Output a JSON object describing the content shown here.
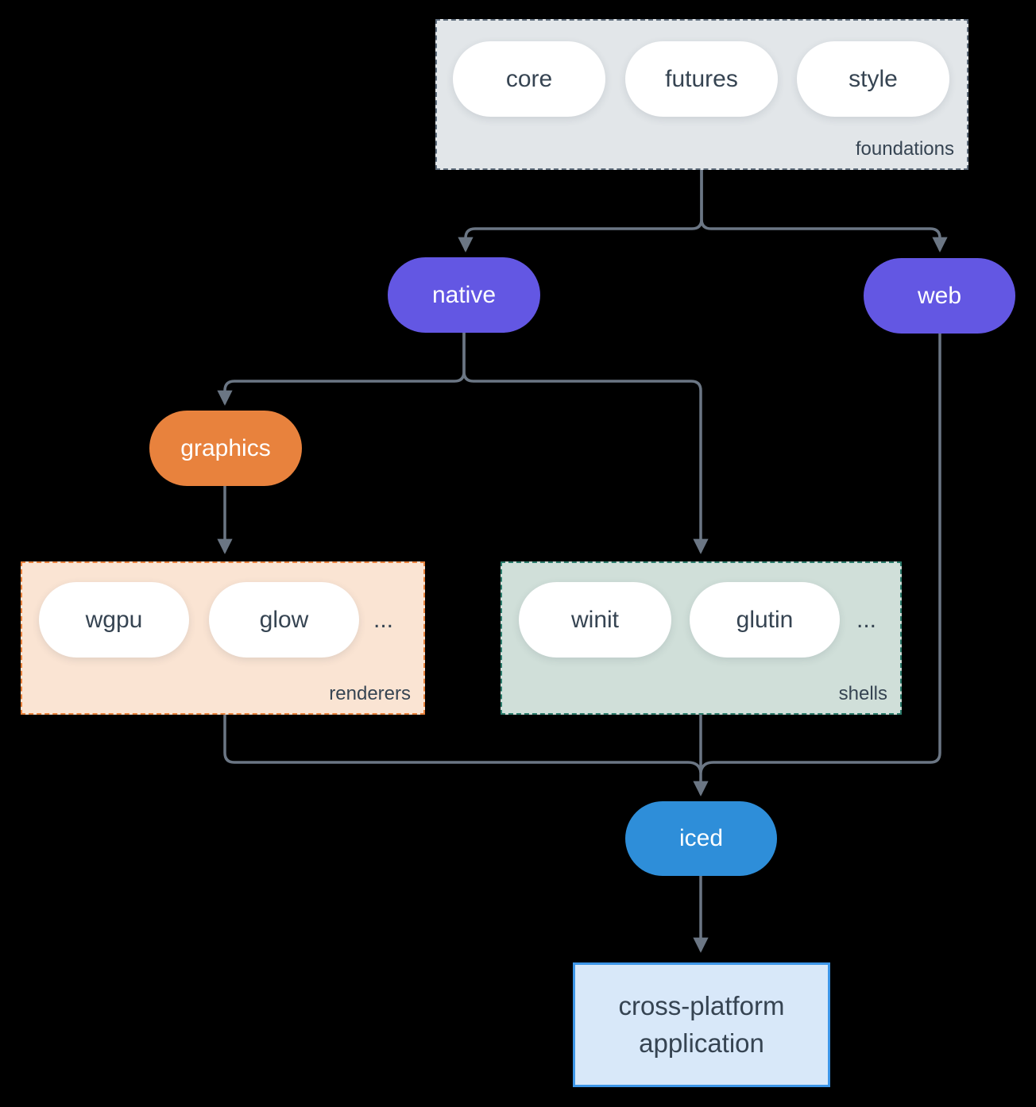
{
  "colors": {
    "background": "#000000",
    "connector": "#6b7684",
    "node_purple": "#6357e3",
    "node_orange": "#e8823d",
    "node_blue": "#2e8ed9",
    "foundations_fill": "#e2e6e9",
    "foundations_border": "#5d6b7a",
    "renderers_fill": "#fae4d3",
    "renderers_border": "#e8823d",
    "shells_fill": "#d0dfd9",
    "shells_border": "#2c7c6c",
    "app_fill": "#d8e8f9",
    "app_border": "#3d96e8",
    "text_dark": "#364452",
    "text_light": "#ffffff"
  },
  "groups": {
    "foundations": {
      "label": "foundations",
      "pills": [
        "core",
        "futures",
        "style"
      ]
    },
    "renderers": {
      "label": "renderers",
      "pills": [
        "wgpu",
        "glow"
      ],
      "ellipsis": "..."
    },
    "shells": {
      "label": "shells",
      "pills": [
        "winit",
        "glutin"
      ],
      "ellipsis": "..."
    }
  },
  "nodes": {
    "native": "native",
    "web": "web",
    "graphics": "graphics",
    "iced": "iced",
    "application": "cross-platform application"
  }
}
